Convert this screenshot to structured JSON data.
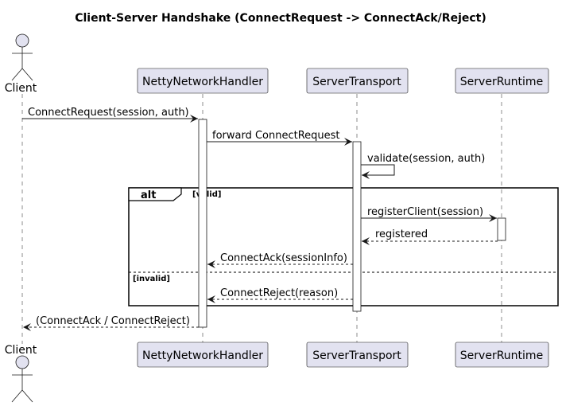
{
  "title": "Client-Server Handshake (ConnectRequest -> ConnectAck/Reject)",
  "participants": {
    "client": "Client",
    "netty": "NettyNetworkHandler",
    "transport": "ServerTransport",
    "runtime": "ServerRuntime"
  },
  "messages": {
    "m1": "ConnectRequest(session, auth)",
    "m2": "forward ConnectRequest",
    "m3": "validate(session, auth)",
    "m4": "registerClient(session)",
    "m5": "registered",
    "m6": "ConnectAck(sessionInfo)",
    "m7": "ConnectReject(reason)",
    "m8": "(ConnectAck / ConnectReject)"
  },
  "fragment": {
    "operator": "alt",
    "guard1": "[valid]",
    "guard2": "[invalid]"
  },
  "colors": {
    "participant_fill": "#E2E2F0",
    "participant_border": "#181818",
    "lifeline": "#181818",
    "activation_fill": "#FFFFFF"
  }
}
